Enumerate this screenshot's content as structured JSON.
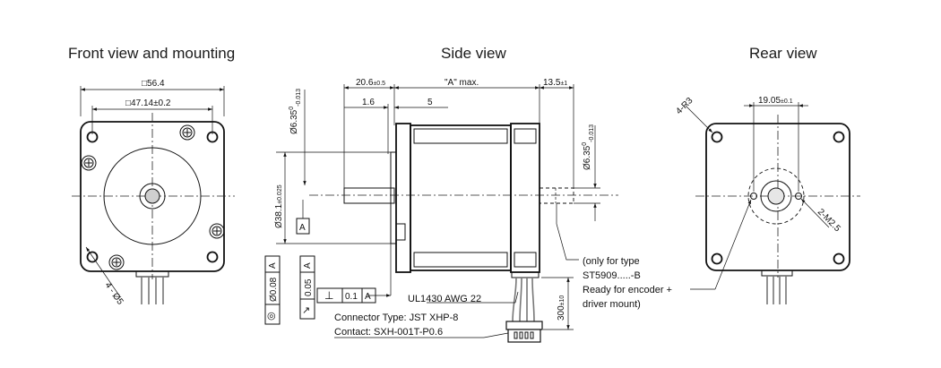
{
  "views": {
    "front": "Front view and mounting",
    "side": "Side view",
    "rear": "Rear view"
  },
  "front_dims": {
    "frame": "□56.4",
    "hole_spacing": "□47.14±0.2",
    "holes": "4 - Ø5"
  },
  "side_dims": {
    "shaft_len": "20.6",
    "shaft_len_tol": "±0.5",
    "body": "\"A\" max.",
    "rear_shaft": "13.5",
    "rear_shaft_tol": "±1",
    "flat": "1.6",
    "pilot": "5",
    "front_shaft_dia": "Ø6.35",
    "front_shaft_tol_upper": "0",
    "front_shaft_tol_lower": "-0.013",
    "pilot_dia": "Ø38.1",
    "pilot_dia_tol": "±0.025",
    "rear_shaft_dia": "Ø6.35",
    "rear_shaft_tol_upper": "0",
    "rear_shaft_tol_lower": "-0.013",
    "datum": "A",
    "lead_len": "300",
    "lead_len_tol": "±10"
  },
  "tolerances": {
    "concentricity_symbol": "◎",
    "concentricity": "Ø0.08",
    "runout_symbol": "↗",
    "runout": "0.05",
    "perpendicular_symbol": "⊥",
    "perpendicularity": "0.1",
    "datum": "A"
  },
  "notes": {
    "cable": "UL1430 AWG 22",
    "connector": "Connector Type: JST XHP-8",
    "contact": "Contact: SXH-001T-P0.6",
    "encoder_1": "(only for type",
    "encoder_2": "ST5909.....-B",
    "encoder_3": "Ready for encoder +",
    "encoder_4": "driver mount)"
  },
  "rear_dims": {
    "hole_spacing": "19.05",
    "hole_spacing_tol": "±0.1",
    "corner_radius": "4-R3",
    "threads": "2-M2.5"
  }
}
